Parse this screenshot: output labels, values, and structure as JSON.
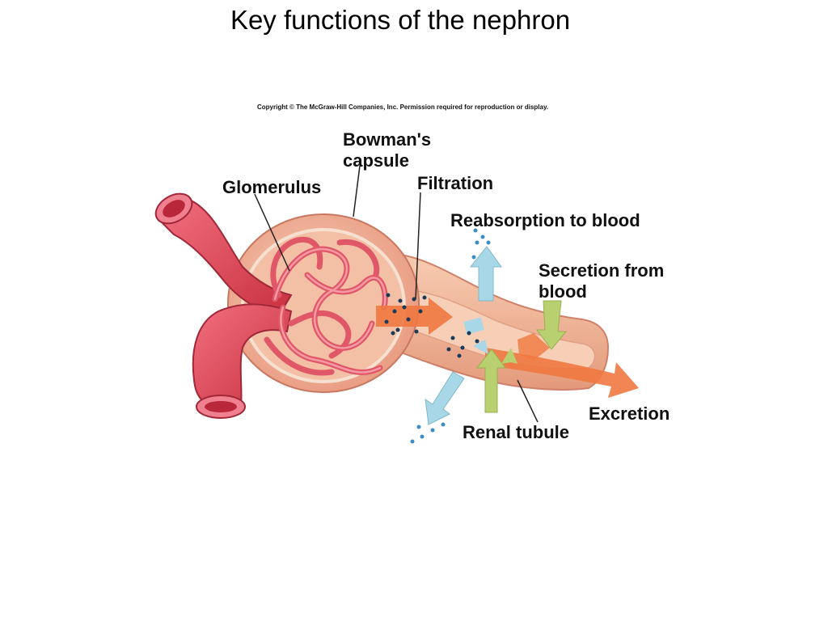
{
  "slide": {
    "title": "Key functions of the nephron"
  },
  "figure": {
    "copyright": "Copyright © The McGraw-Hill Companies, Inc. Permission required for reproduction or display.",
    "labels": {
      "bowmans_capsule_line1": "Bowman's",
      "bowmans_capsule_line2": "capsule",
      "glomerulus": "Glomerulus",
      "filtration": "Filtration",
      "reabsorption": "Reabsorption to blood",
      "secretion_line1": "Secretion from",
      "secretion_line2": "blood",
      "excretion": "Excretion",
      "renal_tubule": "Renal tubule"
    },
    "colors": {
      "vessel": "#e0485a",
      "capsule": "#f0b8a0",
      "tubule": "#f4b898",
      "flow_arrow": "#f07840",
      "reabsorption_arrow": "#a8d8e8",
      "secretion_arrow": "#b8d070",
      "particle": "#1a3a5a"
    }
  }
}
